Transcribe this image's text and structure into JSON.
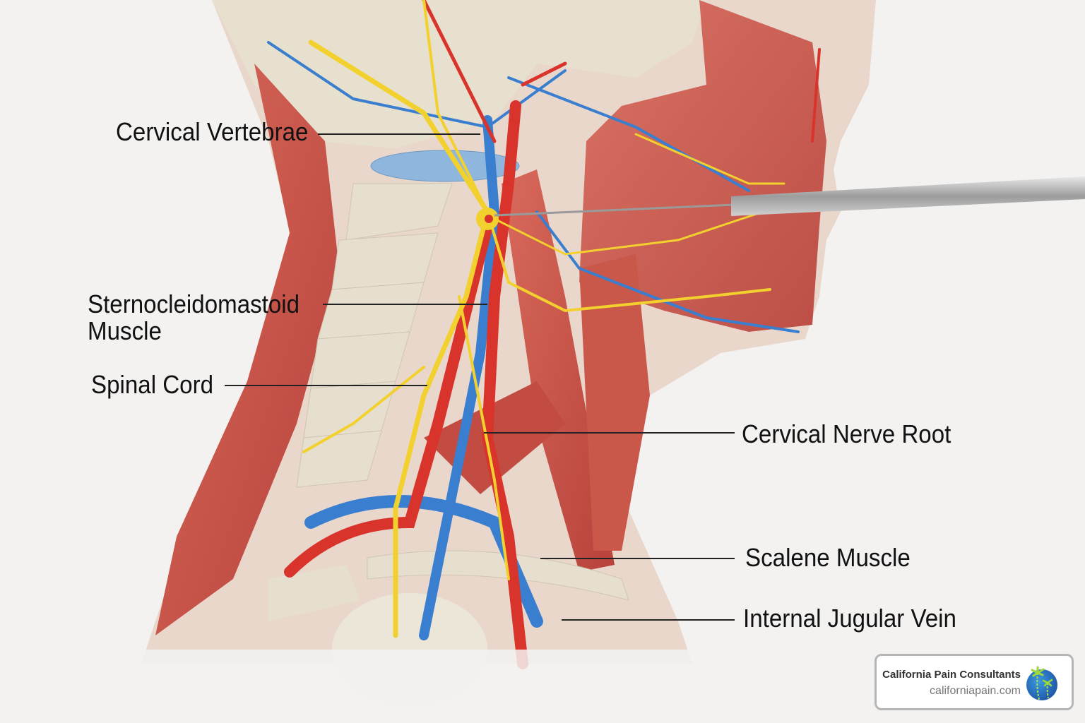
{
  "labels": {
    "cervical_vertebrae": "Cervical Vertebrae",
    "sternocleidomastoid_line1": "Sternocleidomastoid",
    "sternocleidomastoid_line2": "Muscle",
    "spinal_cord": "Spinal Cord",
    "cervical_nerve_root": "Cervical Nerve Root",
    "scalene_muscle": "Scalene Muscle",
    "internal_jugular_vein": "Internal Jugular Vein"
  },
  "brand": {
    "name": "California Pain Consultants",
    "url": "californiapain.com"
  },
  "colors": {
    "muscle": "#c9564a",
    "bone": "#e6dfcf",
    "artery": "#d8342c",
    "vein": "#3a7fcf",
    "nerve": "#f2d12e",
    "needle": "#a9a9a9"
  }
}
